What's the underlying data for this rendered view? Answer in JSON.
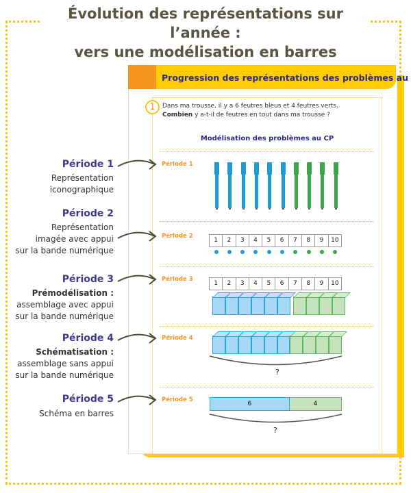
{
  "title": {
    "line1": "Évolution des représentations sur l’année :",
    "line2": "vers une modélisation en barres"
  },
  "card": {
    "header": "Progression des représentations des problèmes au CP",
    "number": "1",
    "question1": "Dans ma trousse, il y a 6 feutres bleus et 4 feutres verts.",
    "question2_bold": "Combien",
    "question2_rest": " y a-t-il de feutres en tout dans ma trousse ?",
    "model_title": "Modélisation des problèmes au CP"
  },
  "periods": [
    {
      "label": "Période 1",
      "desc": [
        "Représentation",
        "iconographique"
      ]
    },
    {
      "label": "Période 2",
      "desc": [
        "Représentation",
        "imagée avec appui",
        "sur la bande numérique"
      ]
    },
    {
      "label": "Période 3",
      "desc": [
        "Prémodélisation :",
        "assemblage avec appui",
        "sur la bande numérique"
      ]
    },
    {
      "label": "Période 4",
      "desc": [
        "Schématisation :",
        "assemblage sans appui",
        "sur la bande numérique"
      ]
    },
    {
      "label": "Période 5",
      "desc": [
        "Schéma en barres"
      ]
    }
  ],
  "band": [
    "1",
    "2",
    "3",
    "4",
    "5",
    "6",
    "7",
    "8",
    "9",
    "10"
  ],
  "blue_count": 6,
  "green_count": 4,
  "bar": {
    "blue": "6",
    "green": "4"
  },
  "unknown": "?",
  "colors": {
    "blue": "#1e9ad6",
    "green": "#3aa548",
    "orange": "#f7941d",
    "yellow": "#ffcc00",
    "navy": "#2b2a8a"
  }
}
